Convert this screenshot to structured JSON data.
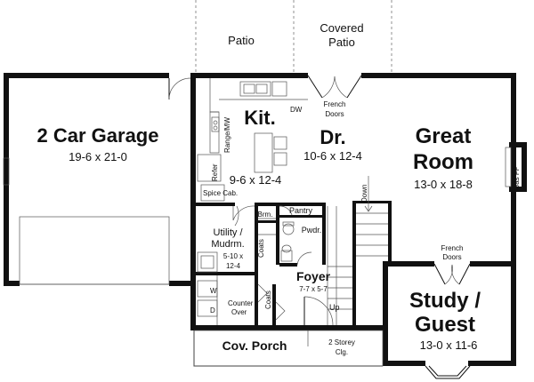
{
  "rooms": {
    "patio": {
      "name": "Patio"
    },
    "covered_patio": {
      "name_line1": "Covered",
      "name_line2": "Patio"
    },
    "garage": {
      "name": "2 Car Garage",
      "size": "19-6 x 21-0"
    },
    "kitchen": {
      "name": "Kit.",
      "size": "9-6 x 12-4"
    },
    "dining": {
      "name": "Dr.",
      "size": "10-6 x 12-4"
    },
    "great_room": {
      "name_line1": "Great",
      "name_line2": "Room",
      "size": "13-0 x 18-8"
    },
    "utility": {
      "name_line1": "Utility /",
      "name_line2": "Mudrm.",
      "size_line1": "5-10 x",
      "size_line2": "12-4"
    },
    "foyer": {
      "name": "Foyer",
      "size": "7-7 x 5-7"
    },
    "study": {
      "name_line1": "Study /",
      "name_line2": "Guest",
      "size": "13-0 x 11-6"
    },
    "porch": {
      "name": "Cov. Porch"
    },
    "pantry": {
      "name": "Pantry"
    },
    "powder": {
      "name": "Pwdr."
    },
    "broom": {
      "name": "Brm."
    }
  },
  "labels": {
    "french_doors_top_1": "French",
    "french_doors_top_2": "Doors",
    "french_doors_study_1": "French",
    "french_doors_study_2": "Doors",
    "dw": "DW",
    "range_mw": "Range/MW",
    "refer": "Refer",
    "spice_cab": "Spice Cab.",
    "gas_fp": "Gas FP",
    "down": "Down",
    "up": "Up",
    "coats_1": "Coats",
    "coats_2": "Coats",
    "washer": "W",
    "dryer": "D",
    "counter_1": "Counter",
    "counter_2": "Over",
    "two_storey_1": "2 Storey",
    "two_storey_2": "Clg."
  }
}
